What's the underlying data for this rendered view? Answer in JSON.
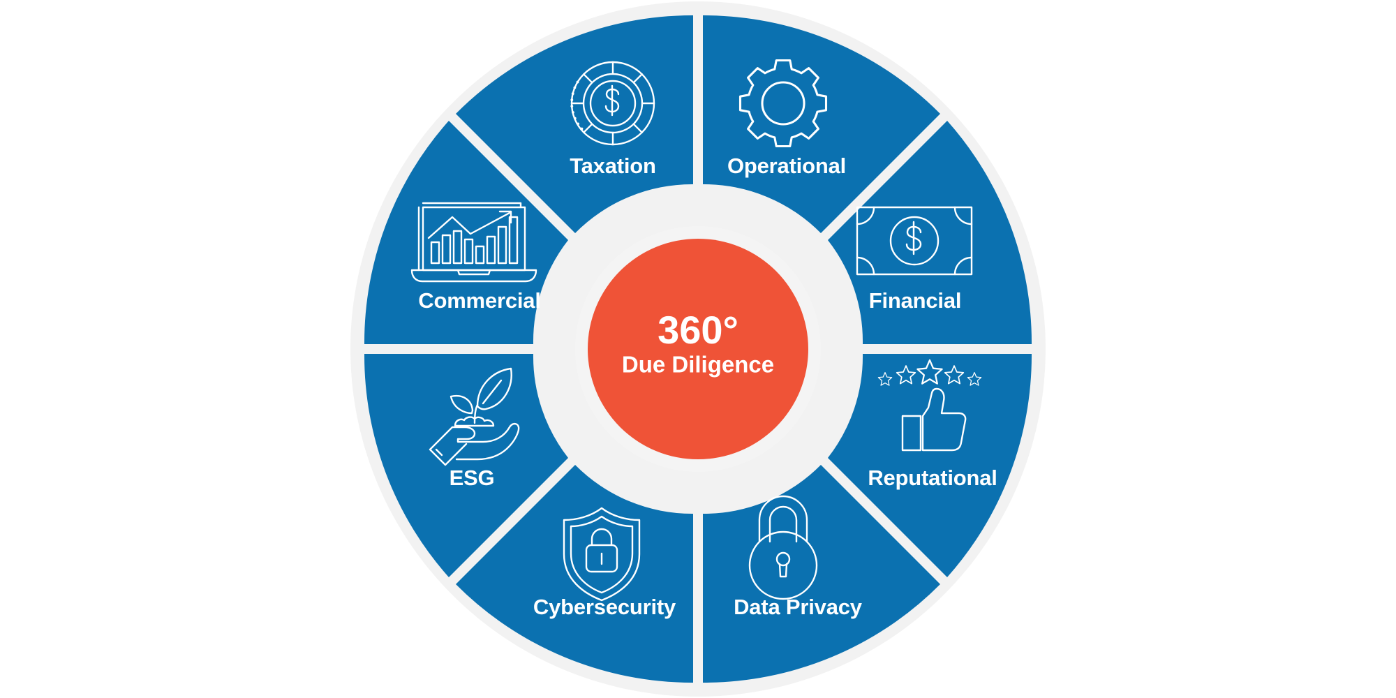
{
  "diagram": {
    "title": "360 Degree Due Diligence Wheel",
    "background_color": "#ffffff",
    "outer_ring_color": "#f2f2f2",
    "segment_color": "#0b71b0",
    "hub_color": "#ef5337",
    "label_color": "#ffffff",
    "gap_color": "#f4f4f4"
  },
  "hub": {
    "title": "360°",
    "subtitle": "Due Diligence"
  },
  "segments": [
    {
      "id": "taxation",
      "label": "Taxation",
      "icon": "coin-dollar-icon",
      "position": "top-left-upper",
      "start_angle": -90,
      "end_angle": -45
    },
    {
      "id": "operational",
      "label": "Operational",
      "icon": "gear-icon",
      "position": "top-right-upper",
      "start_angle": -90,
      "end_angle": -45
    },
    {
      "id": "financial",
      "label": "Financial",
      "icon": "banknote-dollar-icon",
      "position": "right-upper",
      "start_angle": -45,
      "end_angle": 0
    },
    {
      "id": "reputational",
      "label": "Reputational",
      "icon": "thumbs-up-stars-icon",
      "position": "right-lower",
      "start_angle": 0,
      "end_angle": 45
    },
    {
      "id": "data-privacy",
      "label": "Data Privacy",
      "icon": "padlock-icon",
      "position": "bottom-right",
      "start_angle": 45,
      "end_angle": 90
    },
    {
      "id": "cybersecurity",
      "label": "Cybersecurity",
      "icon": "shield-lock-icon",
      "position": "bottom-left",
      "start_angle": 90,
      "end_angle": 135
    },
    {
      "id": "esg",
      "label": "ESG",
      "icon": "hand-plant-icon",
      "position": "left-lower",
      "start_angle": 135,
      "end_angle": 180
    },
    {
      "id": "commercial",
      "label": "Commercial",
      "icon": "laptop-chart-growth-icon",
      "position": "left-upper",
      "start_angle": 180,
      "end_angle": 225
    }
  ]
}
